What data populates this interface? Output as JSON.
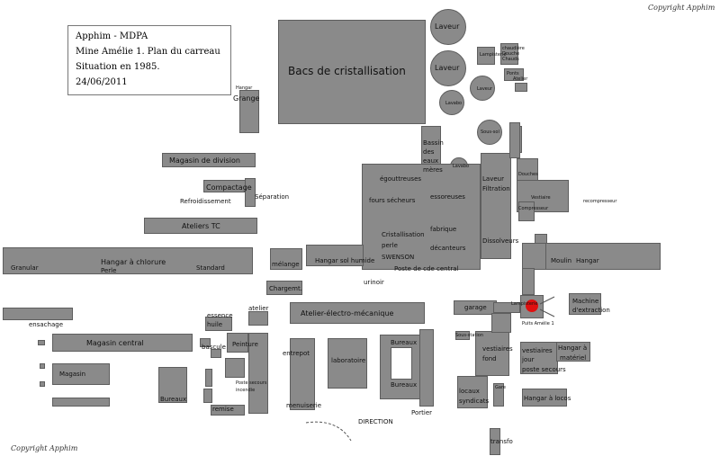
{
  "header": {
    "copyright_top": "Copyright Apphim",
    "copyright_bottom": "Copyright Apphim"
  },
  "legend": {
    "line1": "Apphim - MDPA",
    "line2": "Mine Amélie 1. Plan du carreau",
    "line3": "Situation en 1985.",
    "line4": "24/06/2011"
  },
  "labels": {
    "bacs": "Bacs de cristallisation",
    "laveur1": "Laveur",
    "laveur2": "Laveur",
    "laveur_small": "Laveur",
    "laveur_filtration_a": "Laveur",
    "laveur_filtration_b": "Filtration",
    "hangar_small": "Hangar",
    "grange": "Grange",
    "magasin_division": "Magasin de division",
    "compactage": "Compactage",
    "refroidissement": "Refroidissement",
    "separation": "Séparation",
    "ateliers_tc": "Ateliers TC",
    "hangar_chlorure": "Hangar à chlorure",
    "granular": "Granular",
    "perle": "Perle",
    "standard": "Standard",
    "melange": "mélange",
    "hangar_sol": "Hangar sol humide",
    "chargement": "Chargemt.",
    "urinoir": "urinoir",
    "atelier_em": "Atelier-électro-mécanique",
    "egouttreuses": "égouttreuses",
    "fours": "fours sécheurs",
    "essoreuses": "essoreuses",
    "bassin_a": "Bassin",
    "bassin_b": "des",
    "bassin_c": "eaux",
    "bassin_d": "mères",
    "fabrique": "fabrique",
    "decanteurs": "décanteurs",
    "cristallisation_a": "Cristallisation",
    "cristallisation_b": "perle",
    "swenson": "SWENSON",
    "poste_cde": "Poste de cde central",
    "dissolveurs": "Dissolveurs",
    "moulin": "Moulin",
    "hangar_right": "Hangar",
    "garage": "garage",
    "puits": "Puits Amélie 1",
    "machine_a": "Machine",
    "machine_b": "d'extraction",
    "ensachage": "ensachage",
    "magasin_central": "Magasin central",
    "magasin": "Magasin",
    "essence_a": "essence",
    "essence_b": "huile",
    "atelier": "atelier",
    "bascule": "bascule",
    "peinture": "Peinture",
    "poste_secours_incendie_a": "Poste secours",
    "poste_secours_incendie_b": "incendie",
    "remise": "remise",
    "bureaux_left": "Bureaux",
    "entrepot": "entrepot",
    "laboratoire": "laboratoire",
    "bureaux_top": "Bureaux",
    "bureaux_bottom": "Bureaux",
    "menuiserie": "menuiserie",
    "portier": "Portier",
    "direction": "DIRECTION",
    "vestiaires_fond_a": "vestiaires",
    "vestiaires_fond_b": "fond",
    "vestiaires_jour_a": "vestiaires",
    "vestiaires_jour_b": "jour",
    "poste_secours": "poste secours",
    "hangar_materiel_a": "Hangar à",
    "hangar_materiel_b": "matériel",
    "locaux_syndicats_a": "locaux",
    "locaux_syndicats_b": "syndicats",
    "hangar_locos": "Hangar à locos",
    "transfo": "transfo",
    "small_1": "chaudière",
    "small_2": "Douche",
    "small_3": "Chauds",
    "small_4": "Lampisterie",
    "small_5": "Ponts",
    "small_6": "Atelier",
    "small_7": "Lavabo",
    "small_8": "Lavabo",
    "small_9": "Sous-sol",
    "small_10": "Douches",
    "small_11": "Vestiaire",
    "small_12": "recompresseur",
    "small_13": "Compresseur",
    "small_14": "Lampisterie",
    "small_15": "Sous-station",
    "small_16": "Gare"
  }
}
